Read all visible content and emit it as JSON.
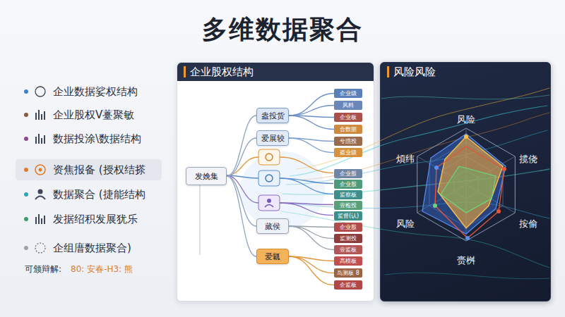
{
  "diagram": {
    "title": "多维数据聚合",
    "nodes": [
      {
        "text": [
          "资焦报备 (授权结搽"
        ]
      },
      {
        "text": [
          "企业股权结构"
        ]
      },
      {
        "text": [
          "发娩集"
        ],
        "in": 1
      },
      {
        "text": [
          "盎投货"
        ],
        "in": 1
      },
      {
        "text": [
          "爱展较"
        ],
        "in": 1
      },
      {
        "text": [
          "蒇侯"
        ],
        "in": 1
      },
      {
        "text": [
          "爱瓤"
        ],
        "in": 1
      },
      {
        "text": [
          "企业级"
        ],
        "in": 1
      },
      {
        "text": [
          "风料"
        ],
        "in": 1
      },
      {
        "text": [
          "企业板"
        ],
        "in": 1
      },
      {
        "text": [
          "合数据"
        ],
        "in": 1
      },
      {
        "text": [
          "兮惑投"
        ],
        "in": 1
      },
      {
        "text": [
          "盗业级"
        ],
        "in": 1
      },
      {
        "text": [
          "企业股"
        ],
        "in": 1
      },
      {
        "text": [
          "企业股"
        ],
        "in": 1
      },
      {
        "text": [
          "监察板"
        ],
        "in": 1
      },
      {
        "text": [
          "壹检投"
        ],
        "in": 1
      },
      {
        "text": [
          "监督(认)"
        ],
        "in": 1
      },
      {
        "text": [
          "企业股"
        ],
        "in": 1
      },
      {
        "text": [
          "监测投"
        ],
        "in": 1
      },
      {
        "text": [
          "壹监板"
        ],
        "in": 1
      },
      {
        "text": [
          "高模板"
        ],
        "in": 1
      },
      {
        "text": [
          "岛测板 8"
        ],
        "in": 1
      },
      {
        "text": [
          "企监板"
        ],
        "in": 1
      },
      {
        "text": [
          "风险风险"
        ]
      }
    ],
    "edges": [
      {
        "from": 2,
        "to": 3,
        "arrow": "none"
      },
      {
        "from": 2,
        "to": 4,
        "arrow": "none"
      },
      {
        "from": 2,
        "to": 5,
        "arrow": "none"
      },
      {
        "from": 2,
        "to": 6,
        "arrow": "none"
      },
      {
        "from": 3,
        "to": 7,
        "arrow": "none"
      },
      {
        "from": 3,
        "to": 8,
        "arrow": "none"
      },
      {
        "from": 3,
        "to": 9,
        "arrow": "none"
      },
      {
        "from": 3,
        "to": 10,
        "arrow": "none"
      },
      {
        "from": 4,
        "to": 11,
        "arrow": "none"
      },
      {
        "from": 4,
        "to": 12,
        "arrow": "none"
      },
      {
        "from": 5,
        "to": 18,
        "arrow": "none"
      },
      {
        "from": 5,
        "to": 19,
        "arrow": "none"
      },
      {
        "from": 5,
        "to": 20,
        "arrow": "none"
      },
      {
        "from": 6,
        "to": 21,
        "arrow": "none"
      },
      {
        "from": 6,
        "to": 22,
        "arrow": "none"
      },
      {
        "from": 6,
        "to": 23,
        "arrow": "none"
      }
    ],
    "labels": [
      "企业数据娑权结构",
      "企业股权V薹聚敏",
      "数据投涂\\数据结构",
      "数据聚合 (捷能结构",
      "发据绍积发展犹乐",
      "企组庴数据聚合)",
      "可颁辩解:",
      "80: 安春-H3: 熊",
      "风险",
      "揽侥",
      "按偷",
      "赍桝",
      "风险",
      "煩纬"
    ]
  }
}
